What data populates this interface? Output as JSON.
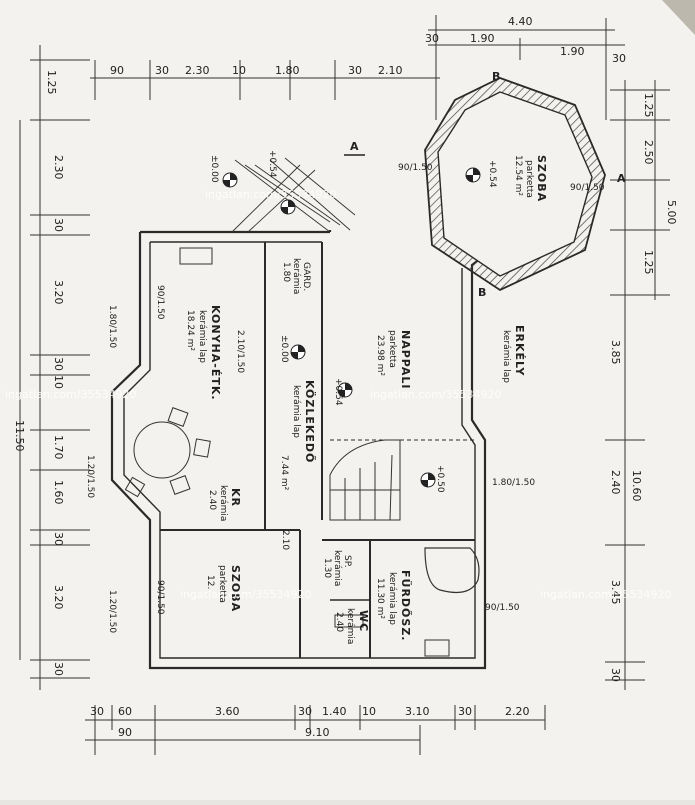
{
  "top_dims": {
    "outer": "4.40",
    "row1": [
      "30",
      "1.90",
      "1.90",
      "30"
    ],
    "row2": [
      "90",
      "30",
      "2.30",
      "10",
      "1.80",
      "30",
      "2.10"
    ]
  },
  "left_dims": {
    "outer": "11.50",
    "row": [
      "1.25",
      "2.30",
      "30",
      "3.20",
      "30",
      "10",
      "1.70",
      "1.60",
      "30",
      "3.20",
      "30"
    ]
  },
  "right_dims": {
    "outer": "5.00",
    "total": "10.60",
    "row": [
      "1.25",
      "2.50",
      "1.25",
      "3.85",
      "2.40",
      "3.45",
      "30"
    ]
  },
  "bottom_dims": {
    "row1": [
      "30",
      "60",
      "3.60",
      "30",
      "1.40",
      "10",
      "3.10",
      "30",
      "2.20"
    ],
    "row2": [
      "90",
      "9.10"
    ]
  },
  "rooms": {
    "szoba_top": {
      "name": "SZOBA",
      "floor": "parketta",
      "area": "12.54 m²"
    },
    "nappali": {
      "name": "NAPPALI",
      "floor": "parketta",
      "area": "23.98 m²"
    },
    "konyha": {
      "name": "KONYHA-ÉTK.",
      "floor": "kerámia lap",
      "area": "18.24 m²"
    },
    "kozlekedo": {
      "name": "KÖZLEKEDŐ",
      "floor": "kerámia lap",
      "area": "7.44 m²"
    },
    "erkely": {
      "name": "ERKÉLY",
      "floor": "kerámia lap"
    },
    "szoba_bottom": {
      "name": "SZOBA",
      "floor": "parketta",
      "area": "12."
    },
    "furdo": {
      "name": "FÜRDŐSZ.",
      "floor": "kerámia lap",
      "area": "11.30 m²"
    },
    "kamra": {
      "name": "KR",
      "floor": "kerámia",
      "area": "2.40"
    },
    "wc": {
      "name": "WC",
      "floor": "kerámia",
      "area": "2.40"
    },
    "gard": {
      "name": "GARD.",
      "floor": "kerámia",
      "area": "1.80"
    },
    "spajz": {
      "name": "SP.",
      "floor": "kerámia",
      "area": "1.30"
    }
  },
  "levels": [
    "±0.00",
    "+0.54",
    "+0.54",
    "±0.00",
    "+0.50",
    "+0.54"
  ],
  "section_marks": [
    "A",
    "B",
    "A",
    "B"
  ],
  "window_marks": [
    "90/1.50",
    "90/1.50",
    "1.80/1.50",
    "90/1.50",
    "1.80/1.50",
    "90/1.50",
    "1.20/1.50",
    "1.20/1.50",
    "90/1.50",
    "2.10/1.50",
    "2.10"
  ],
  "watermarks": [
    "ingatlan.com/35534920",
    "ingatlan.com/35534920",
    "ingatlan.com/35534920",
    "ingatlan.com/35534920",
    "ingatlan.com/35534920"
  ],
  "colors": {
    "paper": "#f3f2ee",
    "ink": "#2a2a2a",
    "wall_hatch": "#555555",
    "background": "#d9d6cf"
  }
}
